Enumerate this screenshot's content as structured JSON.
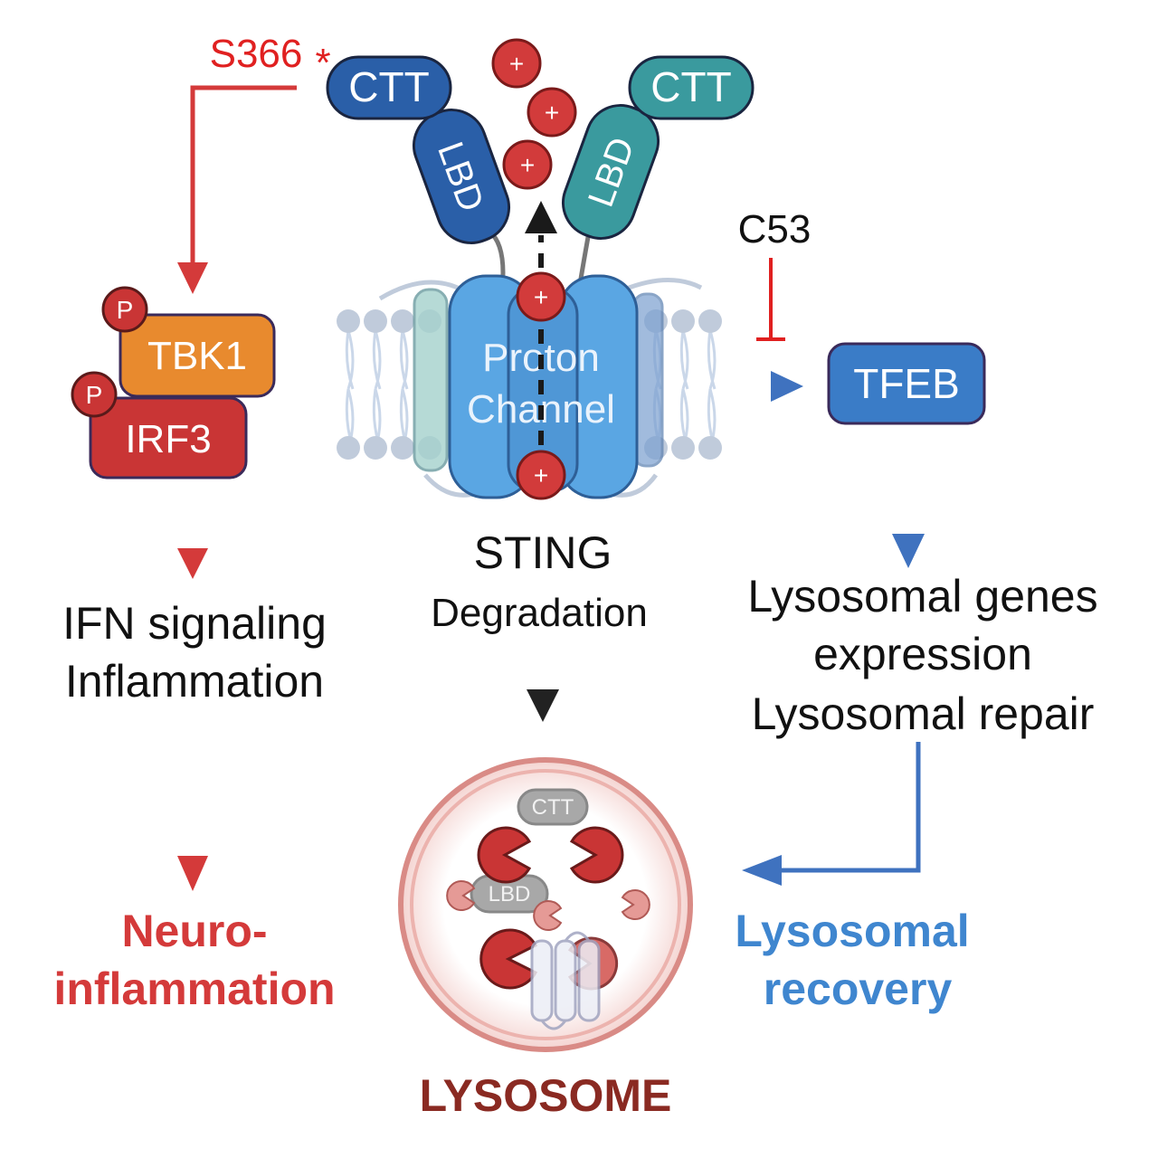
{
  "labels": {
    "site": "S366",
    "site_mark": "*",
    "inhibitor": "C53",
    "ctt": "CTT",
    "lbd": "LBD",
    "plus": "+",
    "channel_line1": "Proton",
    "channel_line2": "Channel",
    "sting": "STING",
    "degradation": "Degradation",
    "phospho": "P",
    "tbk1": "TBK1",
    "irf3": "IRF3",
    "tfeb": "TFEB",
    "ifn_line1": "IFN signaling",
    "ifn_line2": "Inflammation",
    "neuro_line1": "Neuro-",
    "neuro_line2": "inflammation",
    "lyso_genes_line1": "Lysosomal genes",
    "lyso_genes_line2": "expression",
    "lyso_repair": "Lysosomal repair",
    "recovery_line1": "Lysosomal",
    "recovery_line2": "recovery",
    "lysosome": "LYSOSOME"
  },
  "colors": {
    "red_path": "#d43a3a",
    "blue_path": "#3f72bf",
    "navy_domain": "#2a5fa8",
    "teal_domain": "#3a9a9e",
    "proton": "#d23b3b",
    "tbk1": "#e88a2e",
    "irf3": "#c93535",
    "tfeb": "#3a7cc7",
    "channel": "#5aa6e3",
    "lysosome_text": "#8a2a22",
    "recovery_text": "#3f86cf"
  }
}
